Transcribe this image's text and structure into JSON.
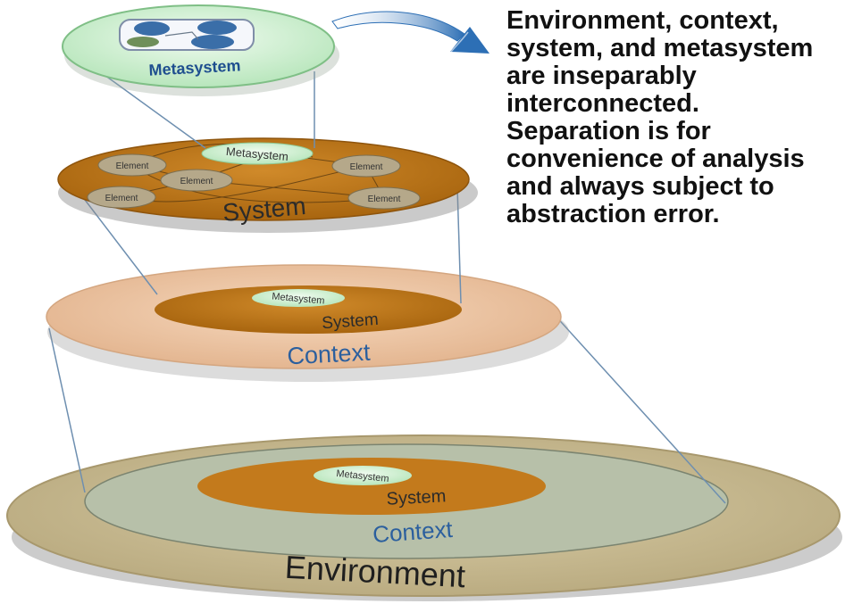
{
  "caption_lines": [
    "Environment, context,",
    "system, and metasystem",
    "are inseparably",
    "interconnected.",
    "Separation is for",
    "convenience of analysis",
    "and always subject to",
    "abstraction error."
  ],
  "labels": {
    "top_metasystem": "Metasystem",
    "system_layer": {
      "metasystem": "Metasystem",
      "system": "System",
      "elements": [
        "Element",
        "Element",
        "Element",
        "Element",
        "Element"
      ]
    },
    "context_layer": {
      "metasystem": "Metasystem",
      "system": "System",
      "context": "Context"
    },
    "environment_layer": {
      "metasystem": "Metasystem",
      "system": "System",
      "context": "Context",
      "environment": "Environment"
    }
  },
  "colors": {
    "environment": "#c9bb92",
    "context": "#efc9a8",
    "system": "#c37a1c",
    "metasystem": "#d9f2da",
    "element": "#b5a88a",
    "arrow": "#2d6fb5",
    "context_text": "#2b5f9e"
  },
  "icons": [
    "curved-arrow-icon",
    "metasystem-thumbnail-icon"
  ]
}
